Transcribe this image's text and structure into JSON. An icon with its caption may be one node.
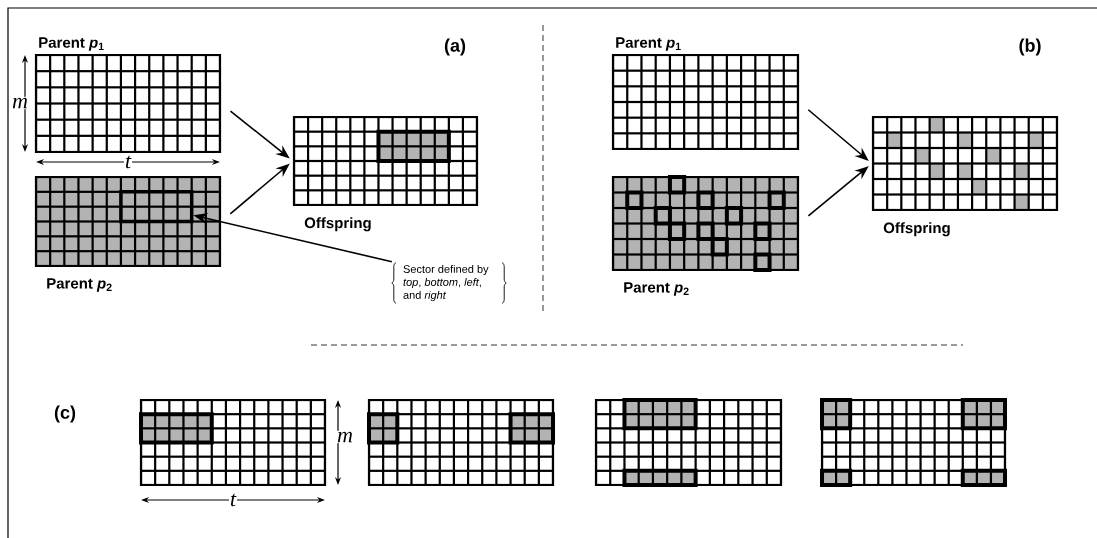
{
  "diagram": {
    "nodes": [
      {
        "text": [
          "Parent *p*$_{1}$"
        ]
      },
      {
        "text": [
          "Parent *p*$_{2}$"
        ]
      },
      {
        "text": [],
        "shape": "box",
        "in": 1
      },
      {
        "text": [
          "Offspring"
        ]
      },
      {
        "text": [
          "Sector defined by *top*, *bottom*, *left*, and *right*"
        ]
      },
      {
        "text": [
          "Parent *p*$_{1}$"
        ]
      },
      {
        "text": [
          "Parent *p*$_{2}$"
        ]
      },
      {
        "text": [
          "Offspring"
        ]
      },
      {
        "text": [],
        "shape": "box"
      },
      {
        "text": [],
        "shape": "box"
      },
      {
        "text": [],
        "shape": "box"
      },
      {
        "text": [],
        "shape": "box"
      }
    ],
    "edges": [
      {
        "from": 0,
        "to": 3,
        "arrow": "to"
      },
      {
        "from": 1,
        "to": 3,
        "arrow": "to"
      },
      {
        "from": 4,
        "to": 2,
        "arrow": "to"
      },
      {
        "from": 5,
        "to": 7,
        "arrow": "to"
      },
      {
        "from": 6,
        "to": 7,
        "arrow": "to"
      }
    ],
    "labels": [
      "(a)",
      "m",
      "t",
      "(b)",
      "(c)",
      "m",
      "t"
    ]
  }
}
